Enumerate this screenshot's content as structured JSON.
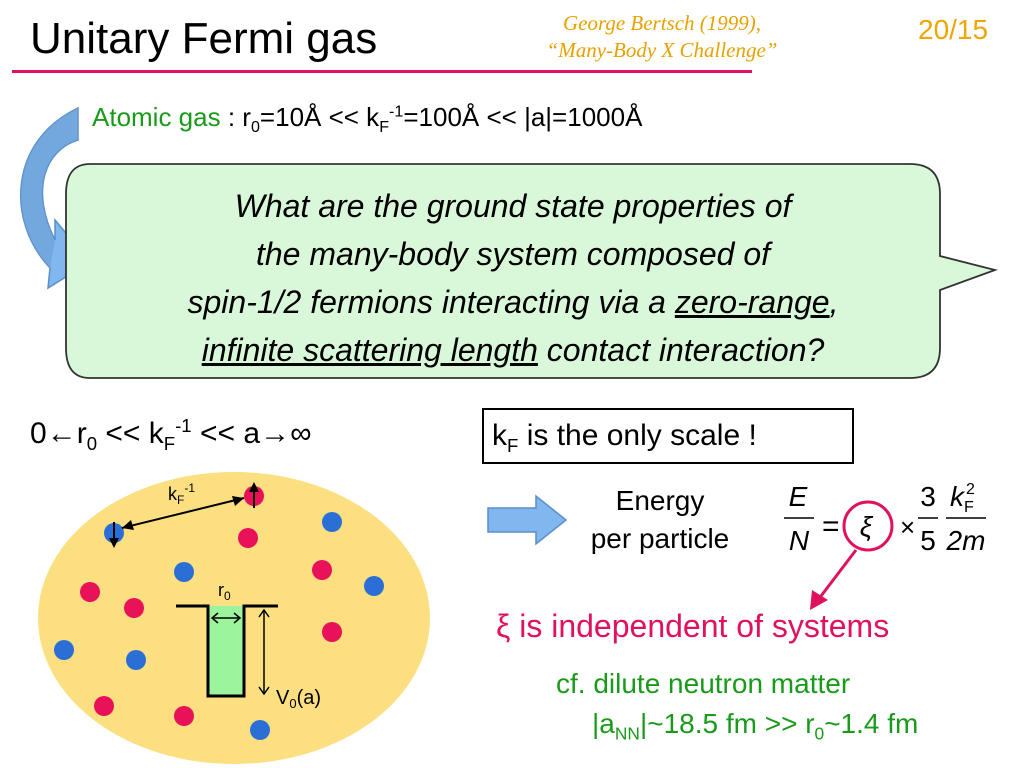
{
  "slide": {
    "title": "Unitary Fermi gas",
    "reference_line1": "George Bertsch (1999),",
    "reference_line2": "“Many-Body X Challenge”",
    "page_number": "20/15"
  },
  "atomic": {
    "label": "Atomic gas",
    "sep": " : r",
    "r_sub": "0",
    "r_val": "=10Å  <<  k",
    "k_sub": "F",
    "k_sup": "-1",
    "k_val": "=100Å  <<  |a|=1000Å"
  },
  "question": {
    "line1": "What are the ground state properties of",
    "line2": "the many-body system composed of",
    "line3_pre": "spin-1/2 fermions interacting via a ",
    "line3_u": "zero-range",
    "line3_post": ",",
    "line4_u": "infinite scattering length",
    "line4_post": " contact interaction?"
  },
  "limits": {
    "pre": "0",
    "left_arrow": "←",
    "r": "r",
    "r_sub": "0",
    "mid": " << k",
    "k_sub": "F",
    "k_sup": "-1",
    "post": " << a",
    "right_arrow": "→",
    "infinity": "∞"
  },
  "scale_box": {
    "k": "k",
    "k_sub": "F",
    "text": " is the only scale !"
  },
  "energy": {
    "line1": "Energy",
    "line2": "per particle"
  },
  "formula": {
    "E": "E",
    "N": "N",
    "eq": "=",
    "xi": "ξ",
    "times": "×",
    "three": "3",
    "five": "5",
    "kF2": "k",
    "kF2_sub": "F",
    "kF2_sup": "2",
    "two_m": "2m"
  },
  "xi_statement": {
    "symbol": "ξ",
    "text": " is independent of systems"
  },
  "neutron": {
    "line1": "cf. dilute neutron matter",
    "pre": "|a",
    "a_sub": "NN",
    "mid": "|~18.5 fm >> r",
    "r_sub": "0",
    "post": "~1.4 fm"
  },
  "diagram": {
    "kF_label": "k",
    "kF_sub": "F",
    "kF_sup": "-1",
    "r0_label": "r",
    "r0_sub": "0",
    "V0_label": "V",
    "V0_sub": "0",
    "V0_post": "(a)"
  },
  "colors": {
    "title_rule": "#e0115f",
    "accent_orange": "#e8a100",
    "green_text": "#1a9a1a",
    "pink": "#e0115f",
    "callout_fill": "#d9f8d9",
    "ellipse_fill": "#fbdf80",
    "red_particle": "#e8115a",
    "blue_particle": "#2b6fd6",
    "well_fill": "#9cf59c",
    "arrow_blue": "#7fb7ee"
  }
}
